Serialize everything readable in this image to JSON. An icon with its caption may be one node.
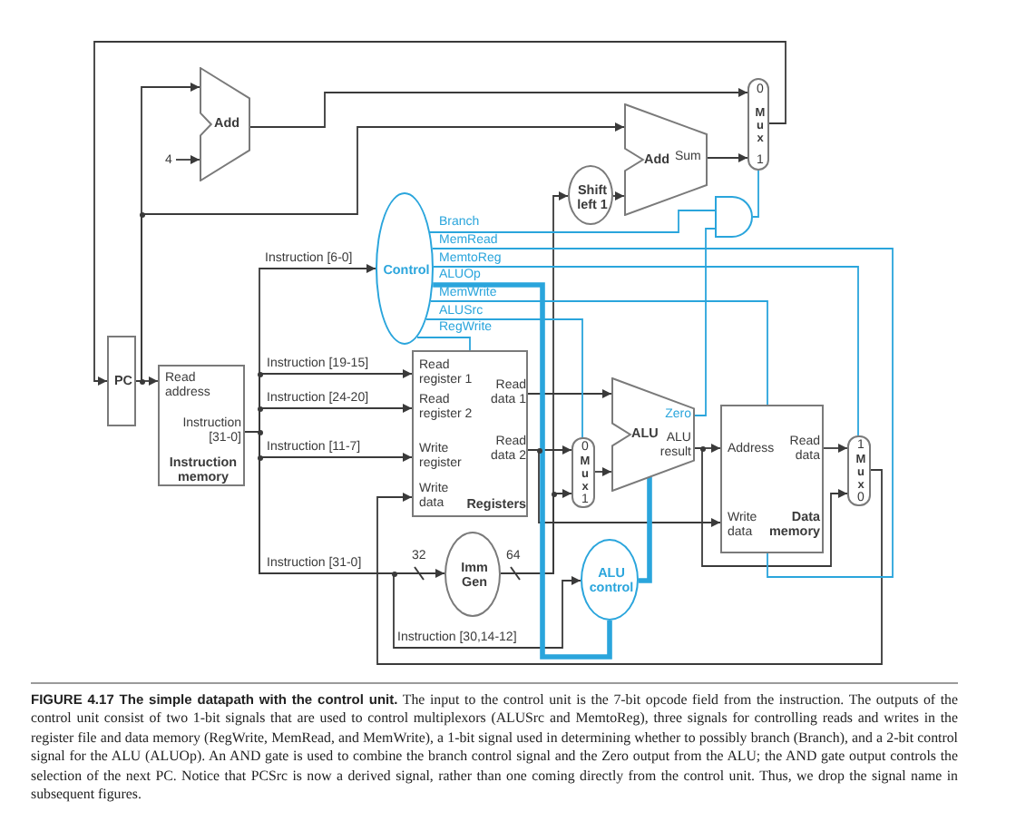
{
  "diagram": {
    "caption": "**FIGURE 4.17  The simple datapath with the control unit.** The input to the control unit is the 7-bit opcode field from the instruction. The outputs of the control unit consist of two 1-bit signals that are used to control multiplexors (ALUSrc and MemtoReg), three signals for controlling reads and writes in the register file and data memory (RegWrite, MemRead, and MemWrite), a 1-bit signal used in determining whether to possibly branch (Branch), and a 2-bit control signal for the ALU (ALUOp). An AND gate is used to combine the branch control signal and the Zero output from the ALU; the AND gate output controls the selection of the next PC. Notice that PCSrc is now a derived signal, rather than one coming directly from the control unit. Thus, we drop the signal name in subsequent figures.",
    "nodes": [
      {
        "text": [
          "Add"
        ]
      },
      {
        "text": [
          "4"
        ]
      },
      {
        "text": [
          "0",
          "Mux",
          "1"
        ]
      },
      {
        "text": [
          "Add",
          "Sum"
        ]
      },
      {
        "text": [
          "Shift left 1"
        ]
      },
      {
        "text": [],
        "shape": "gate"
      },
      {
        "text": [
          "Control"
        ]
      },
      {
        "text": [
          "PC"
        ]
      },
      {
        "text": [
          "Read address",
          "Instruction [31-0]",
          "Instruction memory"
        ]
      },
      {
        "text": [
          "Read register 1",
          "Read register 2",
          "Write register",
          "Write data",
          "Read data 1",
          "Read data 2",
          "Registers"
        ]
      },
      {
        "text": [
          "0",
          "Mux",
          "1"
        ]
      },
      {
        "text": [
          "ALU",
          "Zero",
          "ALU result"
        ]
      },
      {
        "text": [
          "Address",
          "Read data",
          "Write data",
          "Data memory"
        ]
      },
      {
        "text": [
          "1",
          "Mux",
          "0"
        ]
      },
      {
        "text": [
          "Imm Gen"
        ]
      },
      {
        "text": [
          "ALU control"
        ]
      }
    ],
    "edges": [
      {
        "from": 7,
        "to": 8,
        "arrow": "to"
      },
      {
        "from": 7,
        "to": 0,
        "arrow": "to"
      },
      {
        "from": 7,
        "to": 3,
        "arrow": "to"
      },
      {
        "from": 1,
        "to": 0,
        "arrow": "to"
      },
      {
        "from": 0,
        "to": 2,
        "arrow": "to"
      },
      {
        "from": 3,
        "to": 2,
        "arrow": "to"
      },
      {
        "from": 2,
        "to": 7,
        "arrow": "to"
      },
      {
        "from": 4,
        "to": 3,
        "arrow": "to"
      },
      {
        "from": 8,
        "to": 6,
        "arrow": "to",
        "label": "Instruction [6-0]"
      },
      {
        "from": 8,
        "to": 9,
        "arrow": "to",
        "label": "Instruction [19-15]"
      },
      {
        "from": 8,
        "to": 9,
        "arrow": "to",
        "label": "Instruction [24-20]"
      },
      {
        "from": 8,
        "to": 9,
        "arrow": "to",
        "label": "Instruction [11-7]"
      },
      {
        "from": 8,
        "to": 14,
        "arrow": "to",
        "label": "Instruction [31-0]"
      },
      {
        "from": 8,
        "to": 15,
        "arrow": "to",
        "label": "Instruction [30,14-12]"
      },
      {
        "from": 14,
        "to": 4,
        "arrow": "to"
      },
      {
        "from": 14,
        "to": 10,
        "arrow": "to"
      },
      {
        "from": 9,
        "to": 11,
        "arrow": "to"
      },
      {
        "from": 9,
        "to": 10,
        "arrow": "to"
      },
      {
        "from": 9,
        "to": 12,
        "arrow": "to"
      },
      {
        "from": 10,
        "to": 11,
        "arrow": "to"
      },
      {
        "from": 11,
        "to": 12,
        "arrow": "to"
      },
      {
        "from": 11,
        "to": 13,
        "arrow": "to"
      },
      {
        "from": 12,
        "to": 13,
        "arrow": "to"
      },
      {
        "from": 13,
        "to": 9,
        "arrow": "to"
      },
      {
        "from": 6,
        "to": 5,
        "arrow": "none",
        "label": "Branch",
        "color": "#2aa5dc"
      },
      {
        "from": 6,
        "to": 12,
        "arrow": "none",
        "label": "MemRead",
        "color": "#2aa5dc"
      },
      {
        "from": 6,
        "to": 13,
        "arrow": "none",
        "label": "MemtoReg",
        "color": "#2aa5dc"
      },
      {
        "from": 6,
        "to": 15,
        "arrow": "none",
        "label": "ALUOp",
        "color": "#2aa5dc",
        "style": "thick"
      },
      {
        "from": 6,
        "to": 12,
        "arrow": "none",
        "label": "MemWrite",
        "color": "#2aa5dc"
      },
      {
        "from": 6,
        "to": 10,
        "arrow": "none",
        "label": "ALUSrc",
        "color": "#2aa5dc"
      },
      {
        "from": 6,
        "to": 9,
        "arrow": "none",
        "label": "RegWrite",
        "color": "#2aa5dc"
      },
      {
        "from": 11,
        "to": 5,
        "arrow": "none",
        "color": "#2aa5dc"
      },
      {
        "from": 5,
        "to": 2,
        "arrow": "none",
        "color": "#2aa5dc"
      },
      {
        "from": 15,
        "to": 11,
        "arrow": "none",
        "color": "#2aa5dc",
        "style": "thick"
      }
    ],
    "labels": [
      "32",
      "64"
    ]
  }
}
